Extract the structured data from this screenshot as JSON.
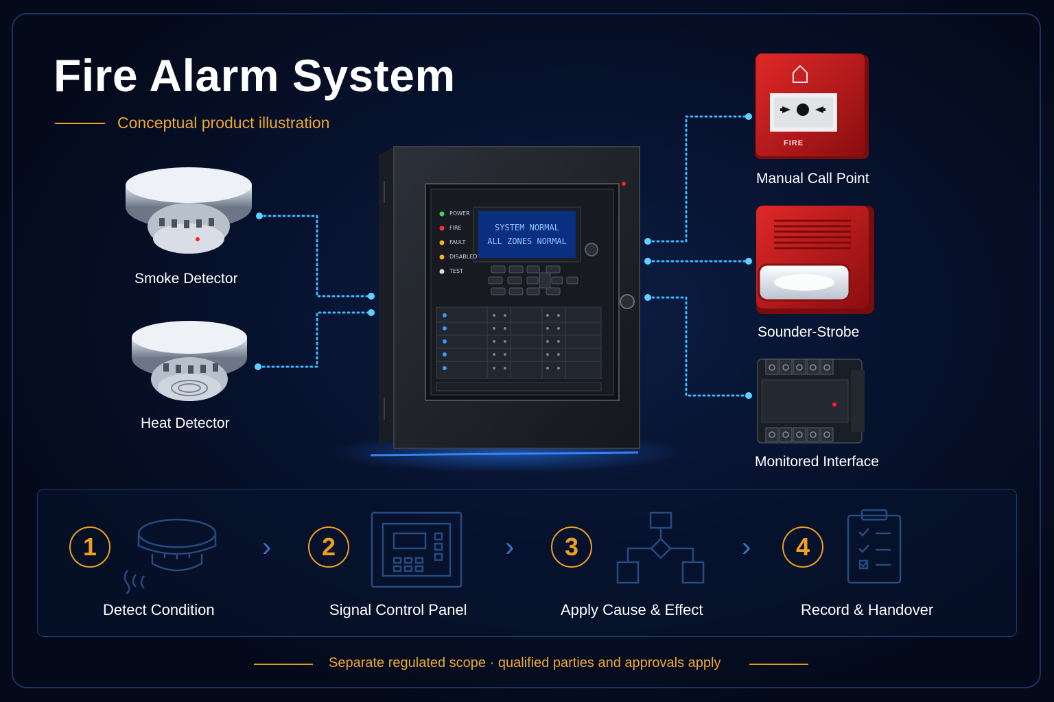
{
  "header": {
    "title": "Fire Alarm System",
    "subtitle": "Conceptual product illustration"
  },
  "devices": {
    "smoke_detector": "Smoke Detector",
    "heat_detector": "Heat Detector",
    "manual_call_point": "Manual Call Point",
    "sounder_strobe": "Sounder-Strobe",
    "monitored_interface": "Monitored Interface",
    "call_point_text": "FIRE"
  },
  "panel": {
    "display_line1": "SYSTEM NORMAL",
    "display_line2": "ALL ZONES NORMAL",
    "indicators": [
      "POWER",
      "FIRE",
      "FAULT",
      "DISABLED",
      "TEST"
    ],
    "indicator_colors": [
      "#3cdc50",
      "#ff3030",
      "#ffb020",
      "#ffb020",
      "#d8dde8"
    ]
  },
  "steps": [
    {
      "number": "1",
      "label": "Detect Condition",
      "icon": "smoke-detector-icon"
    },
    {
      "number": "2",
      "label": "Signal Control Panel",
      "icon": "control-panel-icon"
    },
    {
      "number": "3",
      "label": "Apply Cause & Effect",
      "icon": "flowchart-icon"
    },
    {
      "number": "4",
      "label": "Record & Handover",
      "icon": "clipboard-checklist-icon"
    }
  ],
  "footer": {
    "note": "Separate regulated scope · qualified parties and approvals apply"
  },
  "colors": {
    "accent": "#f0a020",
    "connection": "#3ab8ff",
    "background": "#050b1a"
  }
}
